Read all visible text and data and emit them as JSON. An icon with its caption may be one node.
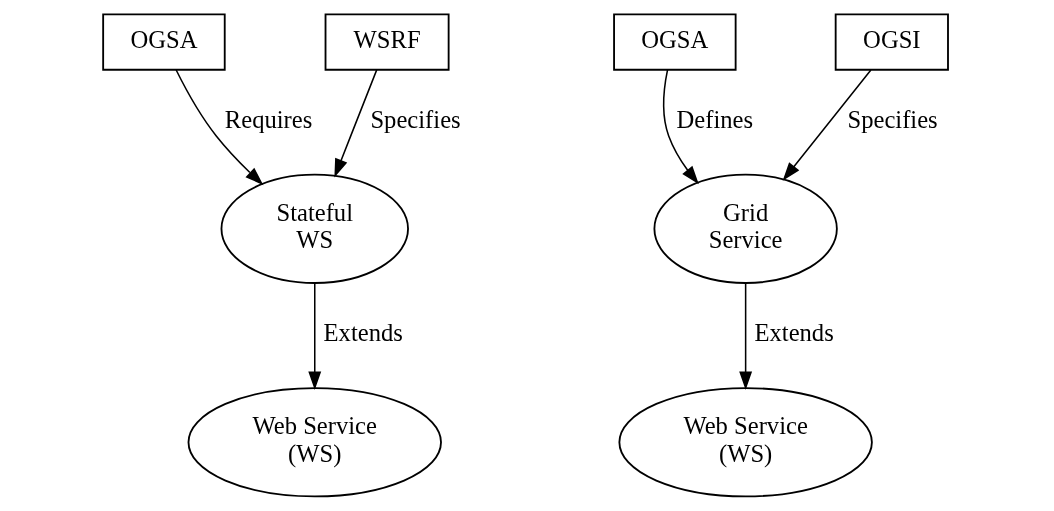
{
  "diagram": {
    "nodes": [
      {
        "text": [
          "OGSA"
        ]
      },
      {
        "text": [
          "WSRF"
        ]
      },
      {
        "text": [
          "Stateful WS"
        ]
      },
      {
        "text": [
          "Web Service (WS)"
        ]
      },
      {
        "text": [
          "OGSA"
        ]
      },
      {
        "text": [
          "OGSI"
        ]
      },
      {
        "text": [
          "Grid Service"
        ]
      },
      {
        "text": [
          "Web Service (WS)"
        ]
      }
    ],
    "edges": [
      {
        "from": 0,
        "to": 2,
        "arrow": "to",
        "label": "Requires"
      },
      {
        "from": 1,
        "to": 2,
        "arrow": "to",
        "label": "Specifies"
      },
      {
        "from": 2,
        "to": 3,
        "arrow": "to",
        "label": "Extends"
      },
      {
        "from": 4,
        "to": 6,
        "arrow": "to",
        "label": "Defines"
      },
      {
        "from": 5,
        "to": 6,
        "arrow": "to",
        "label": "Specifies"
      },
      {
        "from": 6,
        "to": 7,
        "arrow": "to",
        "label": "Extends"
      }
    ]
  }
}
